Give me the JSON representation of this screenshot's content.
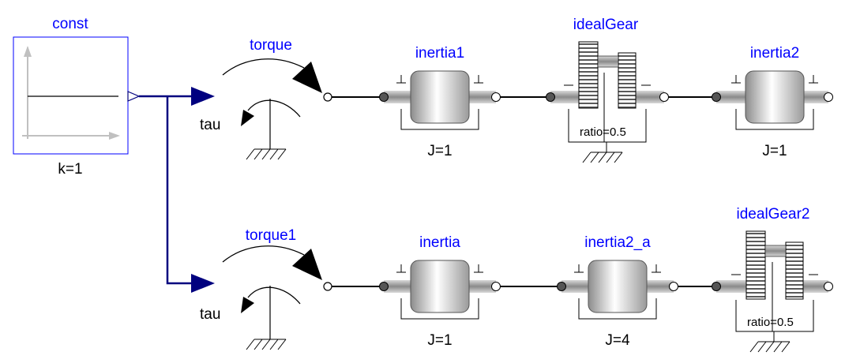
{
  "const_block": {
    "name": "const",
    "param": "k=1"
  },
  "torque_top": {
    "name": "torque",
    "port": "tau"
  },
  "torque_bottom": {
    "name": "torque1",
    "port": "tau"
  },
  "inertia1": {
    "name": "inertia1",
    "param": "J=1"
  },
  "idealGear": {
    "name": "idealGear",
    "param": "ratio=0.5"
  },
  "inertia2": {
    "name": "inertia2",
    "param": "J=1"
  },
  "inertia": {
    "name": "inertia",
    "param": "J=1"
  },
  "inertia2_a": {
    "name": "inertia2_a",
    "param": "J=4"
  },
  "idealGear2": {
    "name": "idealGear2",
    "param": "ratio=0.5"
  },
  "colors": {
    "label_blue": "#0000ff",
    "signal_line": "#00007f",
    "block_border": "#0000ff",
    "shaft": "#a0a0a0"
  }
}
